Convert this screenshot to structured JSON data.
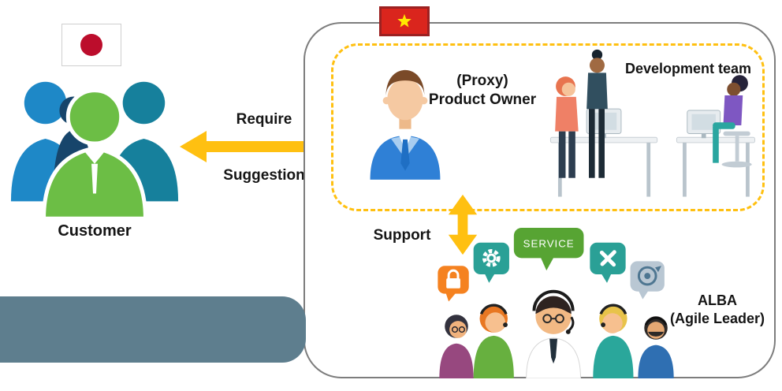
{
  "labels": {
    "customer": "Customer",
    "require": "Require",
    "suggestion": "Suggestion",
    "proxy": "(Proxy)",
    "product_owner": "Product Owner",
    "development_team": "Development team",
    "support": "Support",
    "service": "SERVICE",
    "alba": "ALBA",
    "agile_leader": "(Agile Leader)"
  },
  "icons": {
    "japan_flag": "japan-flag-icon",
    "vietnam_flag": "vietnam-flag-icon",
    "customer_group": "customer-group-icon",
    "product_owner_avatar": "product-owner-avatar",
    "development_team_illustration": "development-team-illustration",
    "support_team_illustration": "support-team-illustration",
    "bidirectional_arrow": "bidirectional-arrow-icon",
    "lock": "lock-icon",
    "gear": "gear-icon",
    "tools": "tools-icon",
    "target": "target-icon"
  },
  "colors": {
    "arrow_yellow": "#ffc011",
    "dashed_border": "#ffc011",
    "container_border": "#7d7d7d",
    "gray_bar": "#5e7e8e",
    "japan_red": "#bc0d2c",
    "vietnam_red": "#da251d",
    "vietnam_star": "#ffe900",
    "customer_blue": "#1e88c7",
    "customer_green": "#6cbe45",
    "customer_teal": "#16809c",
    "bubble_orange": "#f58220",
    "bubble_teal": "#2aa096",
    "bubble_green": "#57a433"
  }
}
